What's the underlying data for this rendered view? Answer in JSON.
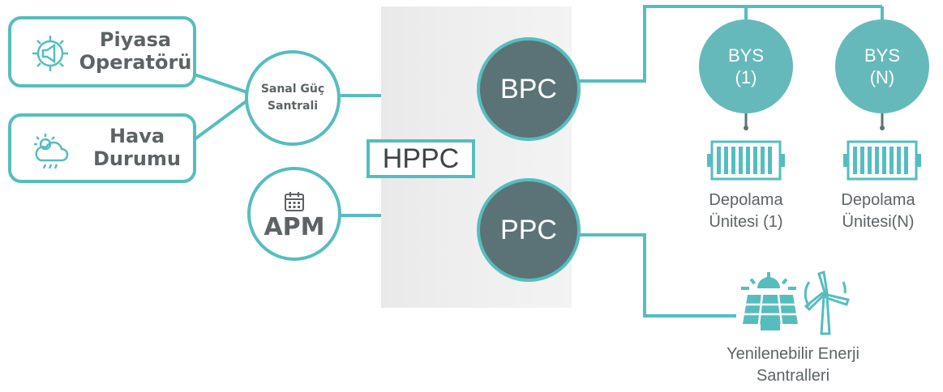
{
  "inputs": {
    "market_operator": "Piyasa\nOperatörü",
    "weather": "Hava\nDurumu"
  },
  "vpp": "Sanal Güç\nSantrali",
  "apm": "APM",
  "hppc": "HPPC",
  "bpc": "BPC",
  "ppc": "PPC",
  "bys_1": "BYS\n(1)",
  "bys_n": "BYS\n(N)",
  "storage_1": "Depolama\nÜnitesi (1)",
  "storage_n": "Depolama\nÜnitesi(N)",
  "renewables": "Yenilenebilir Enerji\nSantralleri",
  "colors": {
    "line": "#56bdbf",
    "dark_node": "#5b7376",
    "teal_node": "#66b9ba",
    "text": "#5d6365"
  },
  "icons": [
    "gear-megaphone-icon",
    "weather-icon",
    "calendar-icon",
    "battery-container-icon",
    "solar-panel-icon",
    "wind-turbine-icon"
  ]
}
